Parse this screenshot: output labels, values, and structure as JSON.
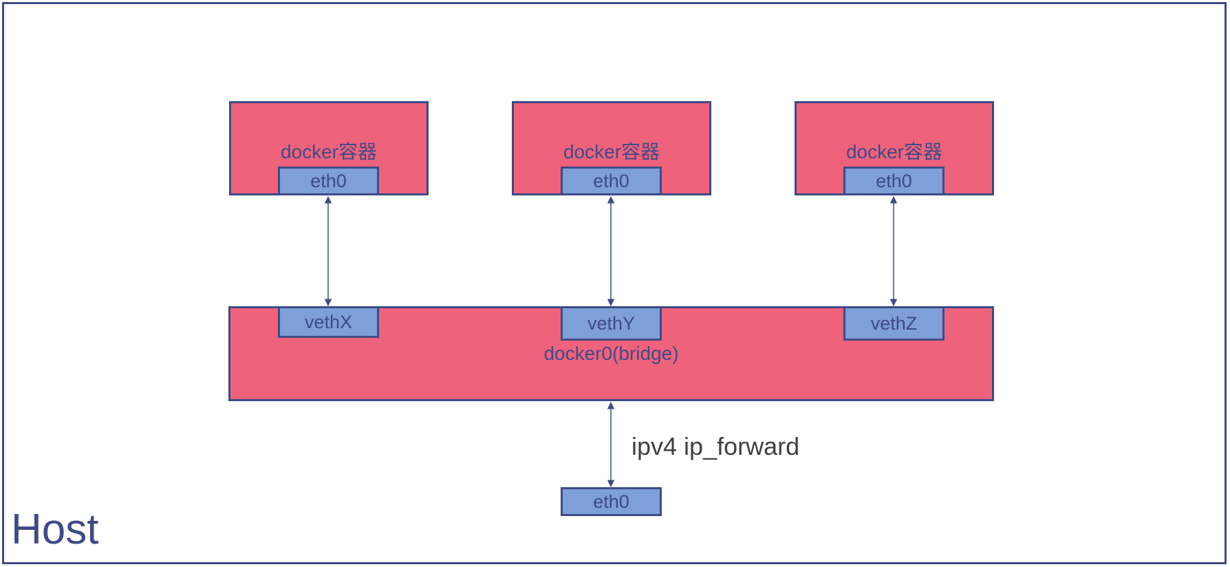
{
  "host": {
    "label": "Host"
  },
  "containers": [
    {
      "label": "docker容器",
      "interface": "eth0"
    },
    {
      "label": "docker容器",
      "interface": "eth0"
    },
    {
      "label": "docker容器",
      "interface": "eth0"
    }
  ],
  "bridge": {
    "label": "docker0(bridge)",
    "veths": [
      "vethX",
      "vethY",
      "vethZ"
    ]
  },
  "forwarding": {
    "label": "ipv4 ip_forward"
  },
  "host_interface": {
    "label": "eth0"
  },
  "colors": {
    "container_fill": "#ef627c",
    "interface_fill": "#7e9fd8",
    "stroke": "#3f4a86"
  }
}
